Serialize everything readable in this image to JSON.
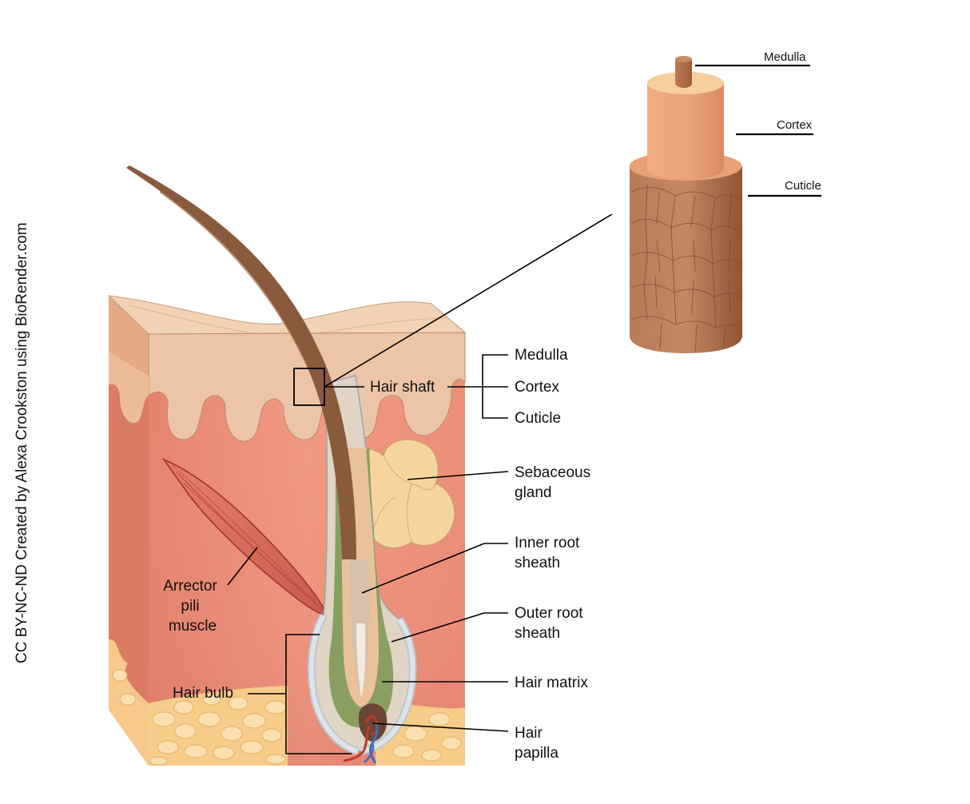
{
  "credit": "CC BY-NC-ND Created by Alexa Crookston using BioRender.com",
  "labels": {
    "hair_shaft": "Hair shaft",
    "medulla": "Medulla",
    "cortex": "Cortex",
    "cuticle": "Cuticle",
    "sebaceous_gland": [
      "Sebaceous",
      "gland"
    ],
    "inner_root_sheath": [
      "Inner root",
      "sheath"
    ],
    "outer_root_sheath": [
      "Outer root",
      "sheath"
    ],
    "hair_matrix": "Hair matrix",
    "hair_papilla": [
      "Hair",
      "papilla"
    ],
    "arrector_pili_muscle": [
      "Arrector",
      "pili",
      "muscle"
    ],
    "hair_bulb": "Hair bulb"
  },
  "inset_labels": {
    "medulla": "Medulla",
    "cortex": "Cortex",
    "cuticle": "Cuticle"
  },
  "colors": {
    "skin_surface": "#f0cdb0",
    "epidermis": "#ecc3a6",
    "dermis": "#ef9680",
    "dermis_dark": "#e5826c",
    "fat": "#f6cc88",
    "hair": "#8a5a3c",
    "inner_sheath": "#8a9e62",
    "outer_sheath": "#dbe0e4",
    "gland": "#f6d59c",
    "cuticle": "#b0704d",
    "cortex": "#e9a074",
    "medulla": "#b06a45"
  }
}
